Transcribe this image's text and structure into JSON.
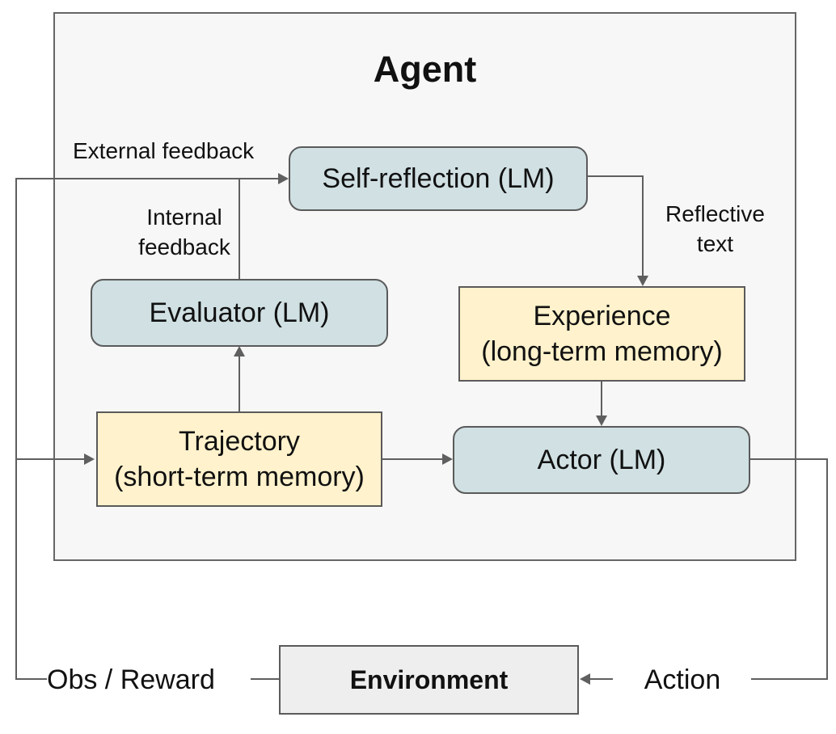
{
  "diagram": {
    "title": "Agent",
    "nodes": {
      "self_reflection": {
        "label": "Self-reflection (LM)"
      },
      "evaluator": {
        "label": "Evaluator (LM)"
      },
      "experience": {
        "lines": [
          "Experience",
          "(long-term memory)"
        ]
      },
      "trajectory": {
        "lines": [
          "Trajectory",
          "(short-term memory)"
        ]
      },
      "actor": {
        "label": "Actor (LM)"
      },
      "environment": {
        "label": "Environment"
      }
    },
    "labels": {
      "external_feedback": "External feedback",
      "internal_feedback": [
        "Internal",
        "feedback"
      ],
      "reflective_text": [
        "Reflective",
        "text"
      ],
      "obs_reward": "Obs / Reward",
      "action": "Action"
    },
    "colors": {
      "lm_node_fill": "#d0e0e3",
      "memory_node_fill": "#fff2cc",
      "environment_fill": "#eeeeee",
      "agent_panel_fill": "#f7f7f7",
      "connector": "#5f5f5f",
      "node_border": "#5a5a5a",
      "text": "#111111"
    }
  }
}
